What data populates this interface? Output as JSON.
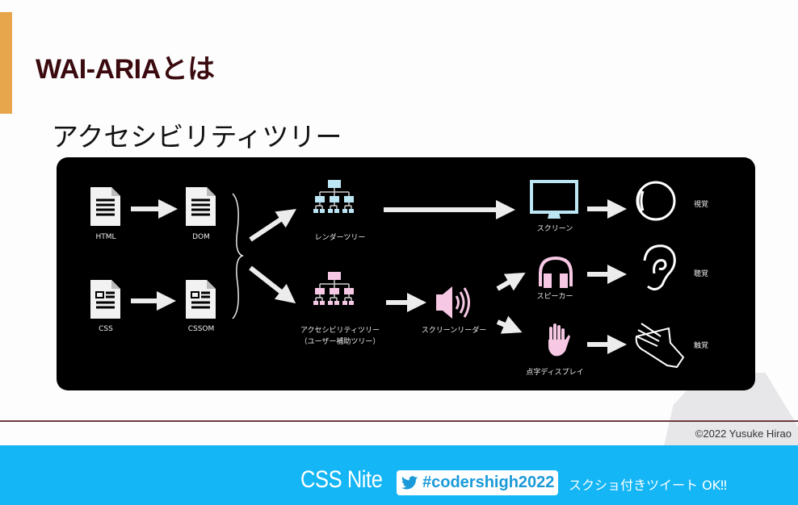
{
  "slide": {
    "title": "WAI-ARIAとは",
    "subtitle": "アクセシビリティツリー",
    "copyright": "©2022 Yusuke Hirao",
    "accent_color": "#e8a64c",
    "title_color": "#3a0a0e"
  },
  "diagram": {
    "nodes": {
      "html": "HTML",
      "dom": "DOM",
      "css": "CSS",
      "cssom": "CSSOM",
      "render_tree": "レンダーツリー",
      "a11y_tree_line1": "アクセシビリティツリー",
      "a11y_tree_line2": "（ユーザー補助ツリー）",
      "screen_reader": "スクリーンリーダー",
      "screen": "スクリーン",
      "speaker": "スピーカー",
      "braille": "点字ディスプレイ",
      "sight": "視覚",
      "hearing": "聴覚",
      "touch": "触覚"
    },
    "colors": {
      "render": "#bde6f4",
      "a11y": "#f6c8e4",
      "arrow": "#ececec"
    }
  },
  "banner": {
    "brand": "CSS Nite",
    "hashtag": "#codershigh2022",
    "note": "スクショ付きツイート OK‼",
    "color": "#14b6f5"
  }
}
